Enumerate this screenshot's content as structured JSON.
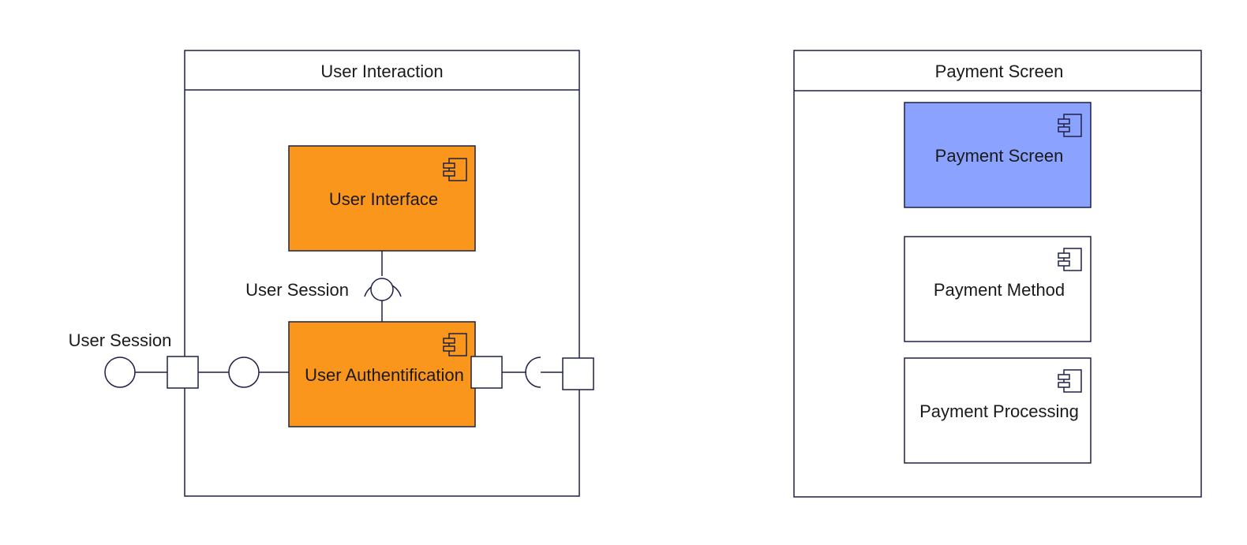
{
  "colors": {
    "stroke": "#1f2045",
    "component_orange": "#fb961c",
    "component_blue": "#8ba3ff",
    "component_white": "#ffffff",
    "background": "#ffffff"
  },
  "icons": {
    "component": "uml-component-icon"
  },
  "containers": [
    {
      "title": "User Interaction",
      "components": [
        {
          "label": "User Interface"
        },
        {
          "label": "User Authentification"
        }
      ],
      "interfaces": [
        {
          "label": "User Session"
        },
        {
          "label": "User Session"
        }
      ]
    },
    {
      "title": "Payment Screen",
      "components": [
        {
          "label": "Payment Screen"
        },
        {
          "label": "Payment Method"
        },
        {
          "label": "Payment Processing"
        }
      ]
    }
  ]
}
